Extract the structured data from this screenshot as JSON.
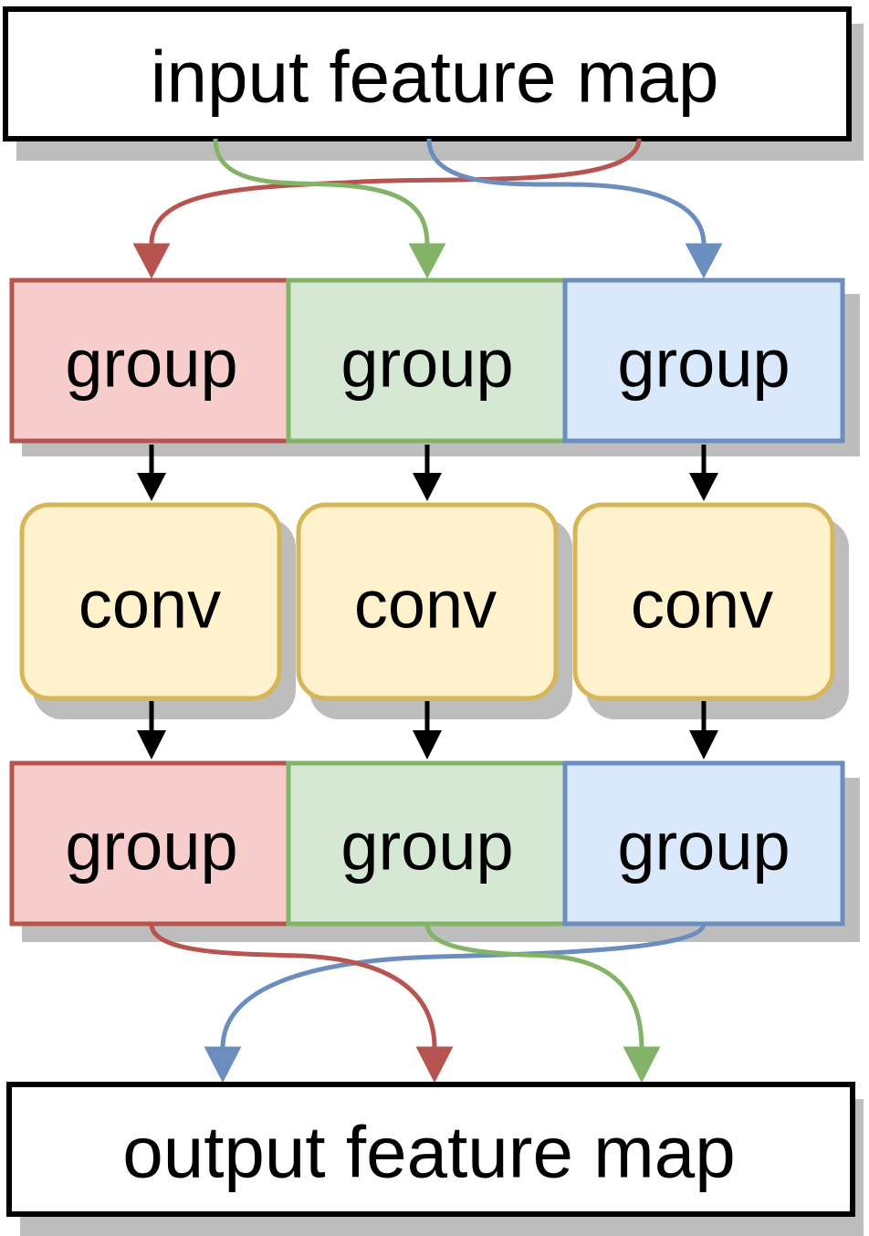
{
  "input": {
    "label": "input feature map"
  },
  "output": {
    "label": "output feature map"
  },
  "top_groups": [
    {
      "label": "group",
      "fill": "#f8cecc",
      "stroke": "#b85450"
    },
    {
      "label": "group",
      "fill": "#d5e8d4",
      "stroke": "#82b366"
    },
    {
      "label": "group",
      "fill": "#dae8fc",
      "stroke": "#6c8ebf"
    }
  ],
  "convs": [
    {
      "label": "conv"
    },
    {
      "label": "conv"
    },
    {
      "label": "conv"
    }
  ],
  "bottom_groups": [
    {
      "label": "group",
      "fill": "#f8cecc",
      "stroke": "#b85450"
    },
    {
      "label": "group",
      "fill": "#d5e8d4",
      "stroke": "#82b366"
    },
    {
      "label": "group",
      "fill": "#dae8fc",
      "stroke": "#6c8ebf"
    }
  ],
  "colors": {
    "red": "#b85450",
    "green": "#82b366",
    "blue": "#6c8ebf",
    "conv_fill": "#fff2cc",
    "conv_stroke": "#d6b656",
    "shadow": "#bdbdbd",
    "arrow": "#000000"
  }
}
